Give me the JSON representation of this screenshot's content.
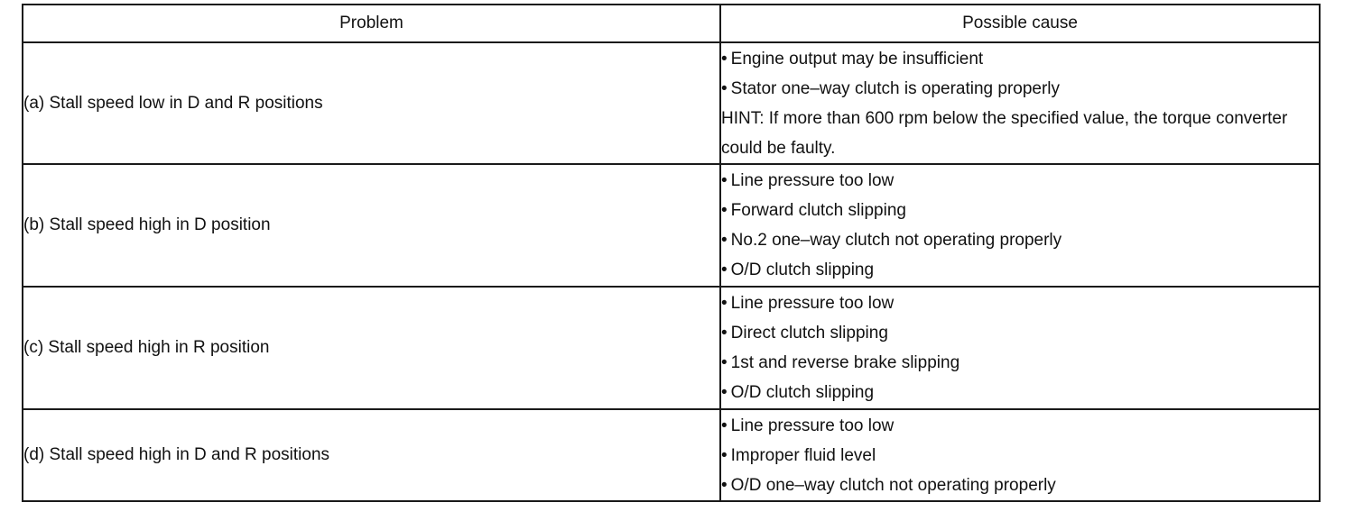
{
  "table": {
    "headers": {
      "problem": "Problem",
      "cause": "Possible cause"
    },
    "bullet": "•",
    "rows": [
      {
        "problem": "(a) Stall speed low in D and R positions",
        "causes": [
          "Engine output may be insufficient",
          "Stator one–way clutch is operating properly"
        ],
        "hint": "HINT: If more than 600 rpm below the specified value, the torque converter could be faulty."
      },
      {
        "problem": "(b) Stall speed high in D position",
        "causes": [
          "Line pressure too low",
          "Forward clutch slipping",
          "No.2 one–way clutch not operating properly",
          "O/D clutch slipping"
        ]
      },
      {
        "problem": "(c) Stall speed high in R position",
        "causes": [
          "Line pressure too low",
          "Direct clutch slipping",
          "1st and reverse brake slipping",
          "O/D clutch slipping"
        ]
      },
      {
        "problem": "(d) Stall speed high in D and R positions",
        "causes": [
          "Line pressure too low",
          "Improper fluid level",
          "O/D one–way clutch not operating properly"
        ]
      }
    ]
  }
}
